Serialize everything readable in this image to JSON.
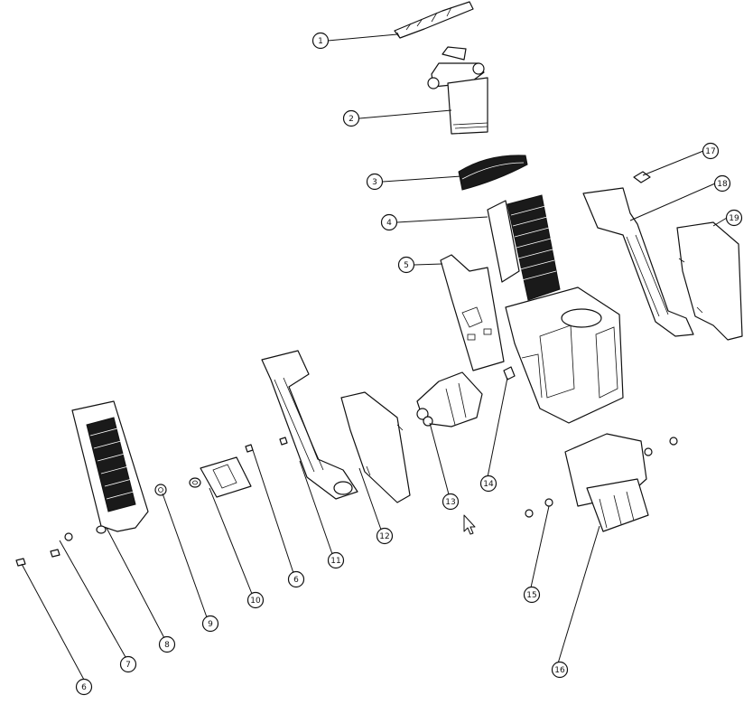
{
  "diagram": {
    "type": "exploded-parts-view",
    "callouts": [
      "1",
      "2",
      "3",
      "4",
      "5",
      "6",
      "7",
      "8",
      "9",
      "10",
      "11",
      "6",
      "12",
      "13",
      "14",
      "15",
      "16",
      "17",
      "18",
      "19"
    ]
  },
  "cursor": {
    "icon": "mouse-pointer-icon"
  }
}
